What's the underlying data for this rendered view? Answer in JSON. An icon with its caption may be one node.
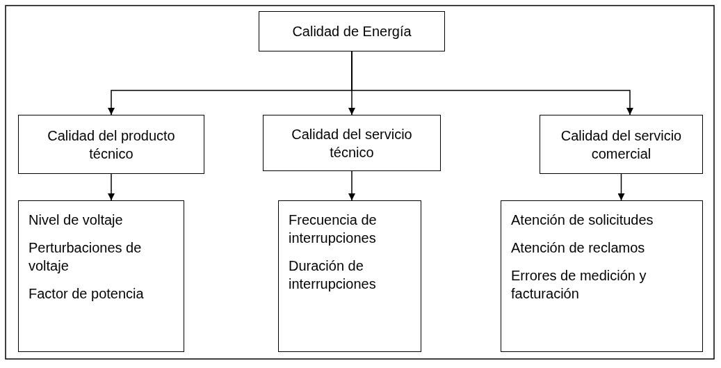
{
  "diagram": {
    "nodes": [
      {
        "text": [
          "Calidad de Energía"
        ]
      },
      {
        "text": [
          "Calidad del producto técnico"
        ]
      },
      {
        "text": [
          "Calidad del servicio técnico"
        ]
      },
      {
        "text": [
          "Calidad del servicio comercial"
        ]
      },
      {
        "text": [
          "Nivel de voltaje",
          "Perturbaciones de voltaje",
          "Factor de potencia"
        ]
      },
      {
        "text": [
          "Frecuencia de interrupciones",
          "Duración de interrupciones"
        ]
      },
      {
        "text": [
          "Atención de solicitudes",
          "Atención de reclamos",
          "Errores de medición y facturación"
        ]
      }
    ],
    "edges": [
      {
        "from": 0,
        "to": 1,
        "arrow": "to"
      },
      {
        "from": 0,
        "to": 2,
        "arrow": "to"
      },
      {
        "from": 0,
        "to": 3,
        "arrow": "to"
      },
      {
        "from": 1,
        "to": 4,
        "arrow": "to"
      },
      {
        "from": 2,
        "to": 5,
        "arrow": "to"
      },
      {
        "from": 3,
        "to": 6,
        "arrow": "to"
      }
    ]
  }
}
